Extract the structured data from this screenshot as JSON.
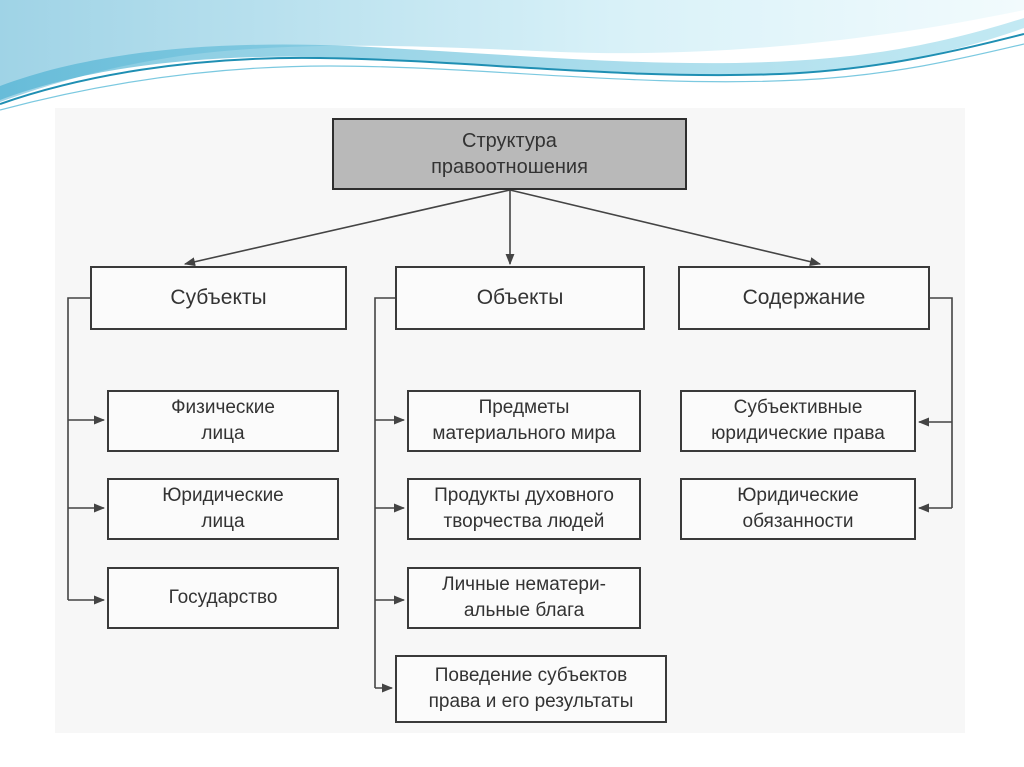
{
  "diagram": {
    "root": {
      "label": "Структура\nправоотношения"
    },
    "categories": [
      {
        "label": "Субъекты",
        "items": [
          {
            "label": "Физические\nлица"
          },
          {
            "label": "Юридические\nлица"
          },
          {
            "label": "Государство"
          }
        ]
      },
      {
        "label": "Объекты",
        "items": [
          {
            "label": "Предметы\nматериального мира"
          },
          {
            "label": "Продукты духовного\nтворчества людей"
          },
          {
            "label": "Личные немате­ри-\nальные блага"
          },
          {
            "label": "Поведение субъектов\nправа и его результаты"
          }
        ]
      },
      {
        "label": "Содержание",
        "items": [
          {
            "label": "Субъективные\nюридические права"
          },
          {
            "label": "Юридические\nобязанности"
          }
        ]
      }
    ]
  },
  "colors": {
    "box_border": "#3a3a3a",
    "root_fill": "#b9b9b9",
    "connector": "#444444",
    "header_wave_light": "#bfe6f2",
    "header_wave_dark": "#1f8fb3"
  }
}
